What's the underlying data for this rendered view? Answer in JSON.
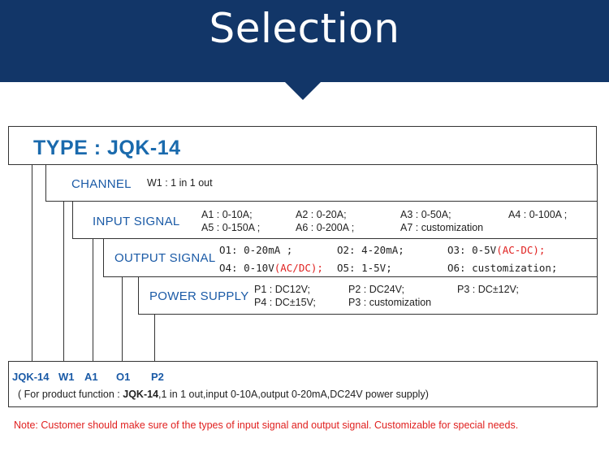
{
  "banner": {
    "title": "Selection"
  },
  "type_box": {
    "label": "TYPE : JQK-14"
  },
  "channel": {
    "label": "CHANNEL",
    "text": "W1 : 1 in 1 out"
  },
  "input_signal": {
    "label": "INPUT SIGNAL",
    "options": [
      "A1 :  0-10A;",
      "A2 :  0-20A;",
      "A3 :  0-50A;",
      "A4 :  0-100A ;",
      "A5 :  0-150A ;",
      "A6 :  0-200A ;",
      "A7 : customization"
    ]
  },
  "output_signal": {
    "label": "OUTPUT SIGNAL",
    "options": [
      "O1: 0-20mA ;",
      "O2:  4-20mA;",
      "O3:  0-5V",
      "(AC-DC);",
      "O4: 0-10V",
      "(AC/DC);",
      "O5:  1-5V;",
      "O6:  customization;"
    ]
  },
  "power_supply": {
    "label": "POWER SUPPLY",
    "options": [
      "P1 : DC12V;",
      "P2 : DC24V;",
      "P3 : DC±12V;",
      "P4 : DC±15V;",
      "P3 : customization"
    ]
  },
  "example": {
    "codes": [
      "JQK-14",
      "W1",
      "A1",
      "O1",
      "P2"
    ],
    "desc_prefix": "( For product function :",
    "desc_bold": "JQK-14",
    "desc_rest": ",1 in 1 out,input 0-10A,output 0-20mA,DC24V power supply)"
  },
  "note": "Note: Customer should make sure of the types of input signal and output signal. Customizable for special needs.",
  "colors": {
    "banner": "#123668",
    "accent_blue": "#1a5aa6",
    "red": "#e0201f"
  }
}
